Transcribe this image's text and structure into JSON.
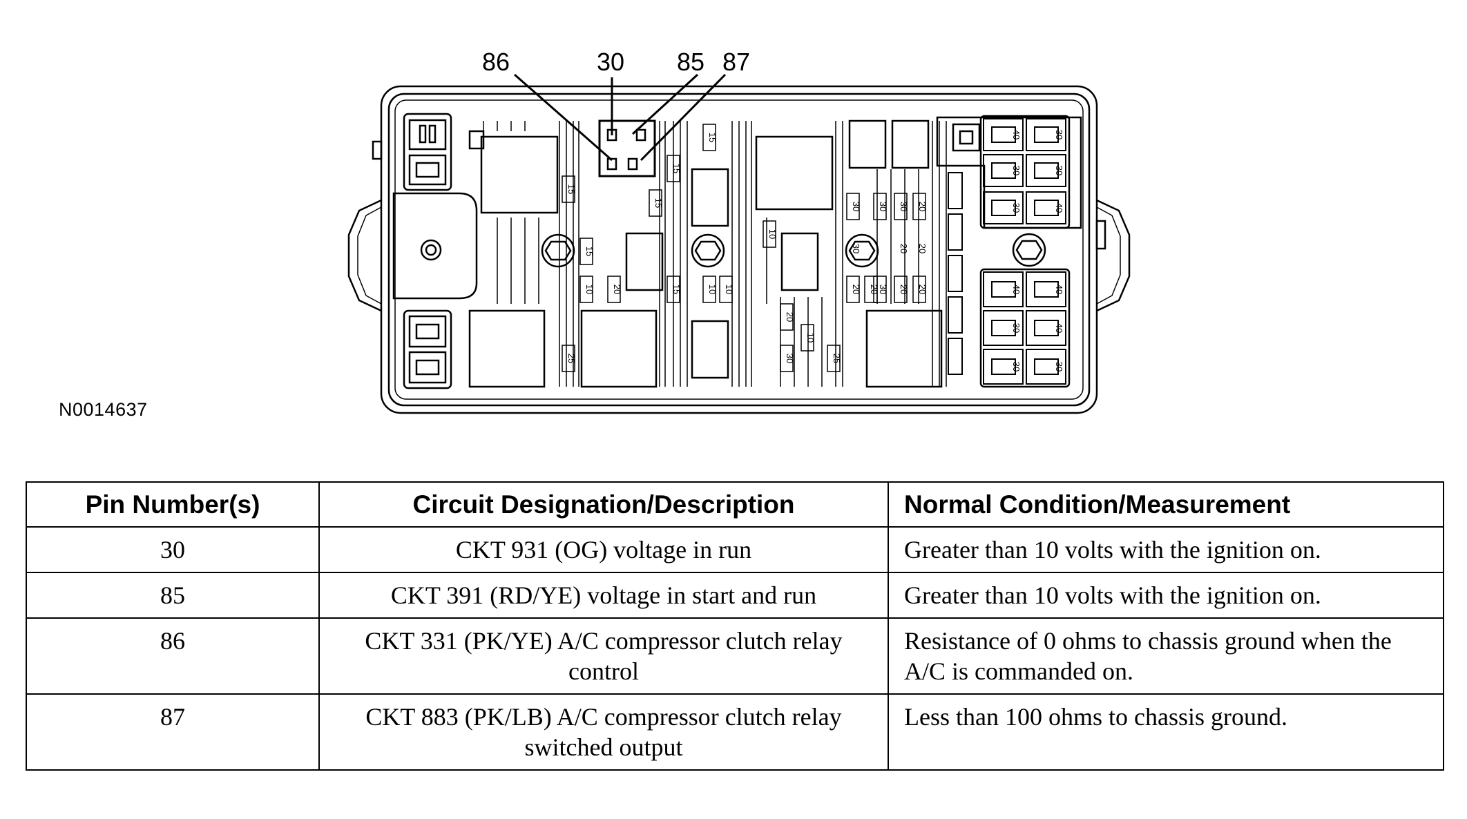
{
  "diagram": {
    "pin_labels": [
      "86",
      "30",
      "85",
      "87"
    ],
    "figure_id": "N0014637",
    "fuse_values": {
      "col_a": [
        "15",
        "15",
        "10",
        "25"
      ],
      "col_b": [
        "15",
        "15"
      ],
      "col_c": [
        "15",
        "20",
        "15"
      ],
      "col_d": [
        "10",
        "10",
        "10"
      ],
      "col_e": [
        "20",
        "10",
        "30"
      ],
      "col_f": [
        "25",
        "30"
      ],
      "col_g": [
        "20",
        "30",
        "30",
        "20"
      ],
      "col_h": [
        "30",
        "20",
        "20",
        "20"
      ],
      "col_i": [
        "30",
        "20",
        "20"
      ],
      "right_top": [
        "30",
        "30",
        "40",
        "40",
        "30",
        "30"
      ],
      "right_bottom": [
        "40",
        "40",
        "30",
        "40",
        "30",
        "30"
      ]
    }
  },
  "table": {
    "headers": [
      "Pin Number(s)",
      "Circuit Designation/Description",
      "Normal Condition/Measurement"
    ],
    "rows": [
      {
        "pin": "30",
        "desc": "CKT 931 (OG) voltage in run",
        "measure": "Greater than 10 volts with the ignition on."
      },
      {
        "pin": "85",
        "desc": "CKT 391 (RD/YE) voltage in start and run",
        "measure": "Greater than 10 volts with the ignition on."
      },
      {
        "pin": "86",
        "desc": "CKT 331 (PK/YE) A/C compressor clutch relay control",
        "measure": "Resistance of 0 ohms to chassis ground when the A/C is commanded on."
      },
      {
        "pin": "87",
        "desc": "CKT 883 (PK/LB) A/C compressor clutch relay switched output",
        "measure": "Less than 100 ohms to chassis ground."
      }
    ]
  }
}
